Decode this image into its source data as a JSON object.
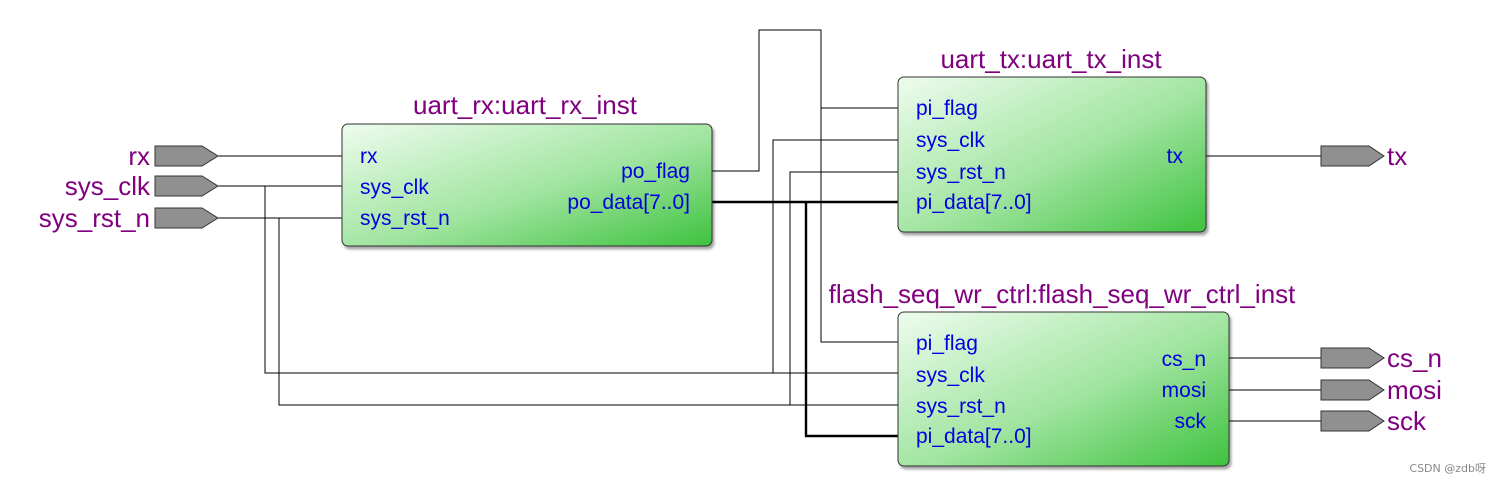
{
  "blocks": {
    "uart_rx": {
      "title": "uart_rx:uart_rx_inst",
      "inputs": [
        "rx",
        "sys_clk",
        "sys_rst_n"
      ],
      "outputs": [
        "po_flag",
        "po_data[7..0]"
      ]
    },
    "uart_tx": {
      "title": "uart_tx:uart_tx_inst",
      "inputs": [
        "pi_flag",
        "sys_clk",
        "sys_rst_n",
        "pi_data[7..0]"
      ],
      "outputs": [
        "tx"
      ]
    },
    "flash": {
      "title": "flash_seq_wr_ctrl:flash_seq_wr_ctrl_inst",
      "inputs": [
        "pi_flag",
        "sys_clk",
        "sys_rst_n",
        "pi_data[7..0]"
      ],
      "outputs": [
        "cs_n",
        "mosi",
        "sck"
      ]
    }
  },
  "ports": {
    "inputs": [
      "rx",
      "sys_clk",
      "sys_rst_n"
    ],
    "outputs": [
      "tx",
      "cs_n",
      "mosi",
      "sck"
    ]
  },
  "watermark": "CSDN @zdb呀",
  "colors": {
    "title": "#800080",
    "pin": "#0000e0",
    "block_light": "#e8fbe8",
    "block_dark": "#3ec23e",
    "port": "#909090"
  }
}
